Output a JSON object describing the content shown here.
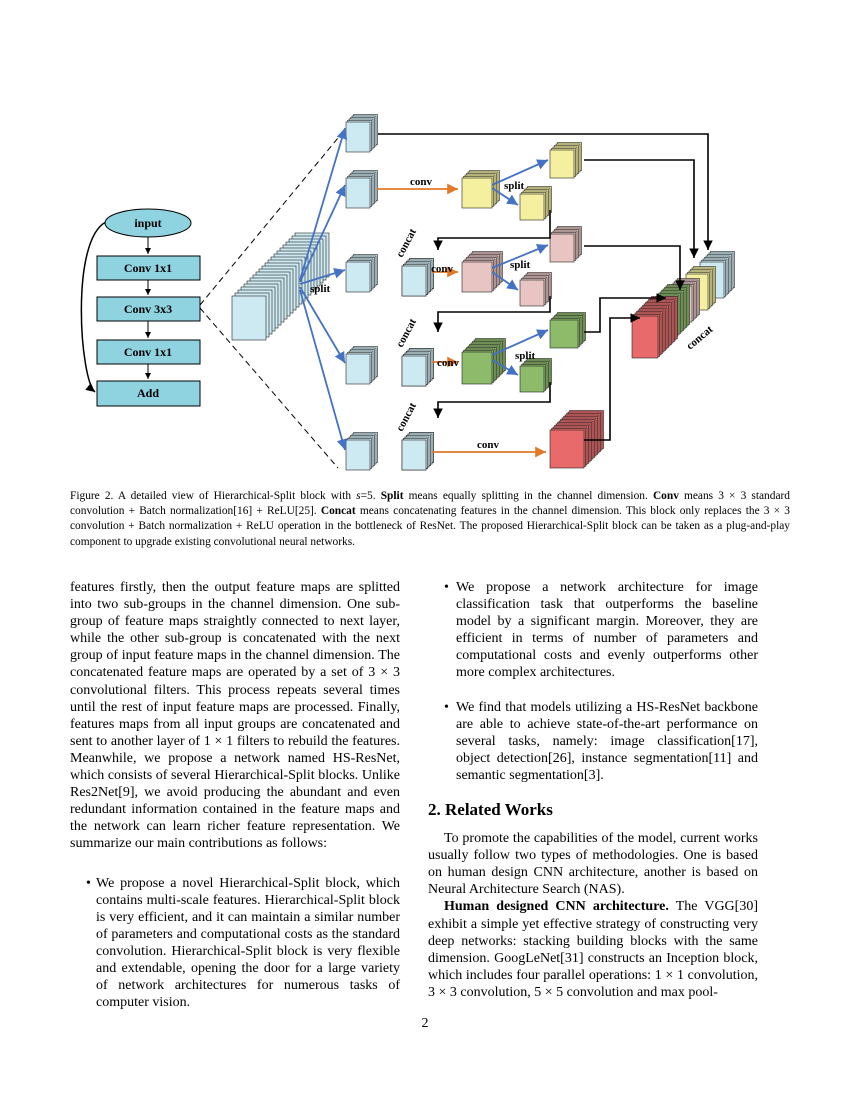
{
  "figure": {
    "flow": {
      "input": "input",
      "conv1": "Conv 1x1",
      "conv3": "Conv 3x3",
      "conv1b": "Conv 1x1",
      "add": "Add"
    },
    "labels": {
      "split": "split",
      "conv": "conv",
      "concat": "concat"
    },
    "colors": {
      "light_blue": "#cdeaf2",
      "yellow": "#f4f0a0",
      "pink": "#e8c5c2",
      "green": "#8dbb6a",
      "red": "#e86a6a",
      "flow_box": "#8fd3e0",
      "arrow_blue": "#4472c4",
      "arrow_orange": "#e07a2a"
    }
  },
  "caption": {
    "prefix": "Figure 2. A detailed view of Hierarchical-Split block with ",
    "s_var": "s",
    "s_val": "=5. ",
    "split_term": "Split",
    "split_def": " means equally splitting in the channel dimension. ",
    "conv_term": "Conv",
    "conv_def": " means 3 × 3 standard convolution + Batch normalization[16] + ReLU[25]. ",
    "concat_term": "Concat",
    "concat_def": " means concatenating features in the channel dimension. This block only replaces the 3 × 3 convolution + Batch normalization + ReLU operation in the bottleneck of ResNet. The proposed Hierarchical-Split block can be taken as a plug-and-play component to upgrade existing convolutional neural networks."
  },
  "left_col": {
    "para": "features firstly, then the output feature maps are splitted into two sub-groups in the channel dimension. One sub-group of feature maps straightly connected to next layer, while the other sub-group is concatenated with the next group of input feature maps in the channel dimension. The concatenated feature maps are operated by a set of 3 × 3 convolutional filters. This process repeats several times until the rest of input feature maps are processed. Finally, features maps from all input groups are concatenated and sent to another layer of 1 × 1 filters to rebuild the features. Meanwhile, we propose a network named HS-ResNet, which consists of several Hierarchical-Split blocks. Unlike Res2Net[9], we avoid producing the abundant and even redundant information contained in the feature maps and the network can learn richer feature representation. We summarize our main contributions as follows:",
    "bullet1": "We propose a novel Hierarchical-Split block, which contains multi-scale features. Hierarchical-Split block is very efficient, and it can maintain a similar number of parameters and computational costs as the standard convolution. Hierarchical-Split block is very flexible and extendable, opening the door for a large variety of network architectures for numerous tasks of computer vision."
  },
  "right_col": {
    "bullet2": "We propose a network architecture for image classification task that outperforms the baseline model by a significant margin. Moreover, they are efficient in terms of number of parameters and computational costs and evenly outperforms other more complex architectures.",
    "bullet3": "We find that models utilizing a HS-ResNet backbone are able to achieve state-of-the-art performance on several tasks, namely: image classification[17], object detection[26], instance segmentation[11] and semantic segmentation[3].",
    "heading": "2. Related Works",
    "para1": "To promote the capabilities of the model, current works usually follow two types of methodologies. One is based on human design CNN architecture, another is based on Neural Architecture Search (NAS).",
    "para2_bold": "Human designed CNN architecture.",
    "para2": " The VGG[30] exhibit a simple yet effective strategy of constructing very deep networks: stacking building blocks with the same dimension. GoogLeNet[31] constructs an Inception block, which includes four parallel operations: 1 × 1 convolution, 3 × 3 convolution, 5 × 5 convolution and max pool-"
  },
  "page_number": "2"
}
